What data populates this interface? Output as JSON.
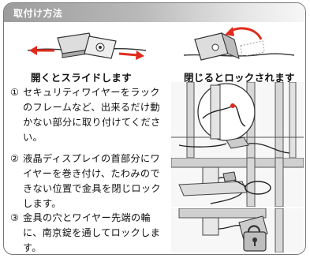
{
  "section": {
    "title": "取付け方法"
  },
  "figures": {
    "open_caption": "開くとスライドします",
    "close_caption": "閉じるとロックされます"
  },
  "steps": [
    {
      "number": "①",
      "text": "セキュリティワイヤーをラックのフレームなど、出来るだけ動かない部分に取り付けてください。"
    },
    {
      "number": "②",
      "text": "液晶ディスプレイの首部分にワイヤーを巻き付け、たわみのできない位置で金具を閉じロックします。"
    },
    {
      "number": "③",
      "text": "金具の穴とワイヤー先端の輪に、南京錠を通してロックします。"
    }
  ],
  "colors": {
    "arrow": "#e02b1c",
    "header_start": "#9c9c9c",
    "header_end": "#f7f7f7",
    "border": "#777777"
  }
}
